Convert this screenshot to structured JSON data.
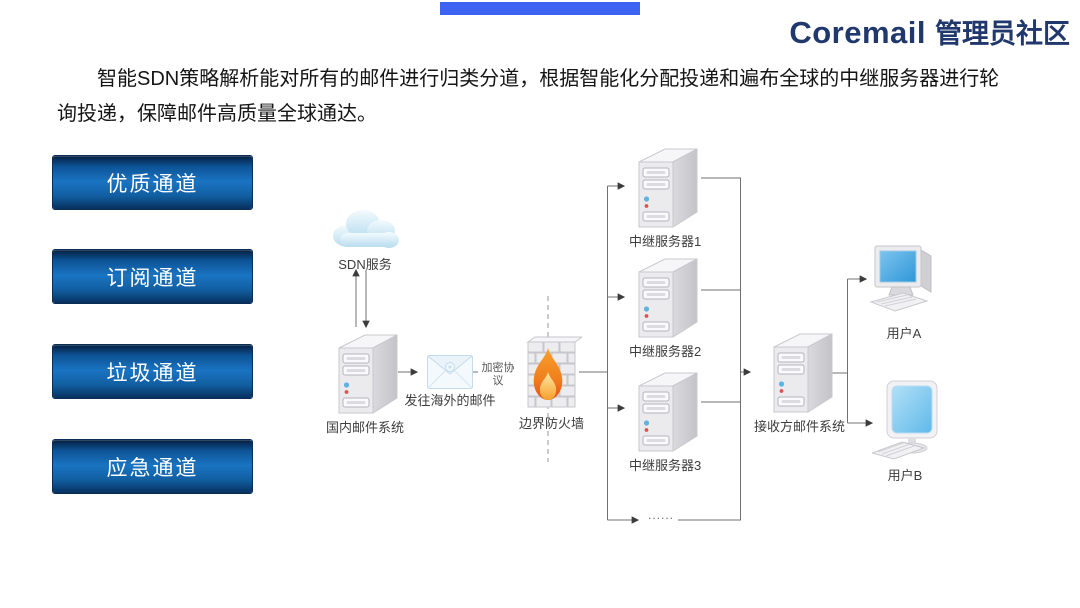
{
  "header": {
    "logo": {
      "brand": "Coremail",
      "suffix": "管理员社区",
      "color": "#20386b"
    },
    "accent_bar_color": "#3d63f2"
  },
  "intro": {
    "text": "智能SDN策略解析能对所有的邮件进行归类分道，根据智能化分配投递和遍布全球的中继服务器进行轮询投递，保障邮件高质量全球通达。"
  },
  "channels": [
    {
      "id": "premium",
      "label": "优质通道"
    },
    {
      "id": "subscription",
      "label": "订阅通道"
    },
    {
      "id": "spam",
      "label": "垃圾通道"
    },
    {
      "id": "emergency",
      "label": "应急通道"
    }
  ],
  "diagram": {
    "sdn_cloud": "SDN服务",
    "domestic_system": "国内邮件系统",
    "outbound_mail": "发往海外的邮件",
    "encryption": "加密协议",
    "firewall": "边界防火墙",
    "relay1": "中继服务器1",
    "relay2": "中继服务器2",
    "relay3": "中继服务器3",
    "more": "......",
    "receiver_system": "接收方邮件系统",
    "user_a": "用户A",
    "user_b": "用户B"
  },
  "colors": {
    "channel_button_blue": "#1a74c2",
    "screen_blue": "#59b3e8",
    "flame_orange": "#f07f1d",
    "line_gray": "#707070"
  }
}
